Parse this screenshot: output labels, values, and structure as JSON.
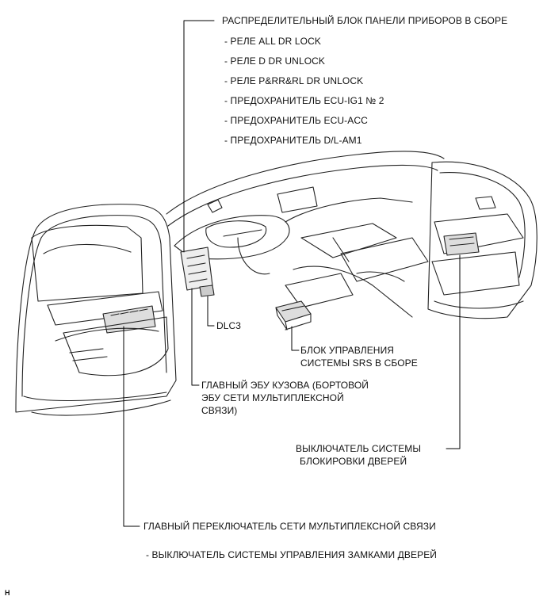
{
  "labels": {
    "instrument_panel_block": "РАСПРЕДЕЛИТЕЛЬНЫЙ БЛОК ПАНЕЛИ ПРИБОРОВ В СБОРЕ",
    "items": [
      "- РЕЛЕ ALL DR LOCK",
      "- РЕЛЕ D DR UNLOCK",
      "- РЕЛЕ P&RR&RL DR UNLOCK",
      "- ПРЕДОХРАНИТЕЛЬ ECU-IG1 № 2",
      "- ПРЕДОХРАНИТЕЛЬ ECU-ACC",
      "- ПРЕДОХРАНИТЕЛЬ D/L-AM1"
    ],
    "dlc3": "DLC3",
    "srs_line1": "БЛОК УПРАВЛЕНИЯ",
    "srs_line2": "СИСТЕМЫ SRS В СБОРЕ",
    "main_body_ecu_line1": "ГЛАВНЫЙ ЭБУ КУЗОВА (БОРТОВОЙ",
    "main_body_ecu_line2": "ЭБУ СЕТИ МУЛЬТИПЛЕКСНОЙ",
    "main_body_ecu_line3": "СВЯЗИ)",
    "door_lock_switch_line1": "ВЫКЛЮЧАТЕЛЬ СИСТЕМЫ",
    "door_lock_switch_line2": "БЛОКИРОВКИ ДВЕРЕЙ",
    "master_switch": "ГЛАВНЫЙ ПЕРЕКЛЮЧАТЕЛЬ СЕТИ МУЛЬТИПЛЕКСНОЙ СВЯЗИ",
    "master_switch_sub": "- ВЫКЛЮЧАТЕЛЬ СИСТЕМЫ УПРАВЛЕНИЯ ЗАМКАМИ ДВЕРЕЙ",
    "figure_code": "H"
  }
}
